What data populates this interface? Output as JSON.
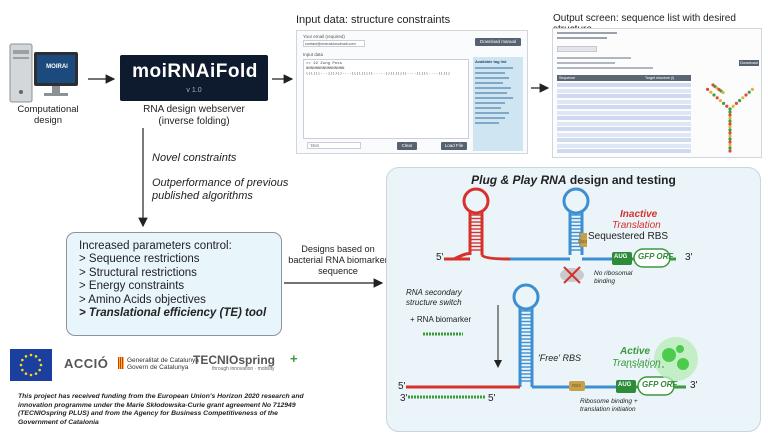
{
  "left": {
    "computational": "Computational\ndesign",
    "logo_title": "moiRNAiFold",
    "logo_version": "v 1.0",
    "logo_caption": "RNA design webserver\n(inverse folding)",
    "monitor_brand": "MOIRAI"
  },
  "input_panel": {
    "title": "Input data: structure constraints",
    "email_label": "Your email (required)",
    "email_value": "contact@moiraicloudmail.com",
    "download_btn": "Download manual",
    "input_label": "Input data",
    "sample_line1": ">> 22 Zung Poss",
    "sample_line2": "NNNNNNNNNNNNNNNN",
    "sample_line3": "((((((...))))))....(((((((((.....)))))))))....(((((....)))))",
    "select_value": "TE/S",
    "clear_btn": "Clear",
    "load_btn": "Load File",
    "side_title": "Available tag list"
  },
  "output_panel": {
    "title": "Output screen: sequence list with desired structure",
    "download_btn": "Download",
    "col_sequence": "Sequence",
    "col_target": "Target structure (I)"
  },
  "middle": {
    "novel": "Novel constraints",
    "outperformance": "Outperformance of previous\npublished algorithms"
  },
  "params": {
    "line1": "Increased parameters control:",
    "line2": "> Sequence restrictions",
    "line3": "> Structural restrictions",
    "line4": "> Energy constraints",
    "line5": "> Amino Acids objectives",
    "line6": "> Translational efficiency (TE) tool"
  },
  "designs": "Designs based on\nbacterial RNA biomarker\nsequence",
  "plug": {
    "title_bold": "Plug & Play RNA",
    "title_rest": " design and testing",
    "inactive": "Inactive",
    "translation_top": "Translation",
    "sequestered": "Sequestered RBS",
    "aug": "AUG",
    "gfp": "GFP ORF",
    "five_prime": "5'",
    "three_prime": "3'",
    "no_binding": "No ribosomal\nbinding",
    "switch": "RNA secondary\nstructure switch",
    "biomarker": "+ RNA biomarker",
    "free_rbs": "'Free' RBS",
    "active": "Active",
    "translation_bottom": "Translation",
    "ribosome_binding": "Ribosome binding +\ntranslation initiation",
    "rbs_label": "RBS"
  },
  "logos": {
    "accio": "ACCIÓ",
    "gen_line1": "Generalitat de Catalunya",
    "gen_line2": "Govern de Catalunya",
    "tecnio": "TECNIOspring",
    "tecnio_sub": "through innovation · mobility"
  },
  "funding": "This project has received funding from the European Union's Horizon 2020 research and innovation programme under the Marie Skłodowska-Curie grant agreement No 712949 (TECNIOspring PLUS) and from the Agency for Business Competitiveness of the Government of Catalonia",
  "colors": {
    "red": "#d6322b",
    "blue": "#3d8fd1",
    "green": "#3a9a3c",
    "gold": "#c9a04a",
    "box_bg": "#e8f5fb"
  }
}
